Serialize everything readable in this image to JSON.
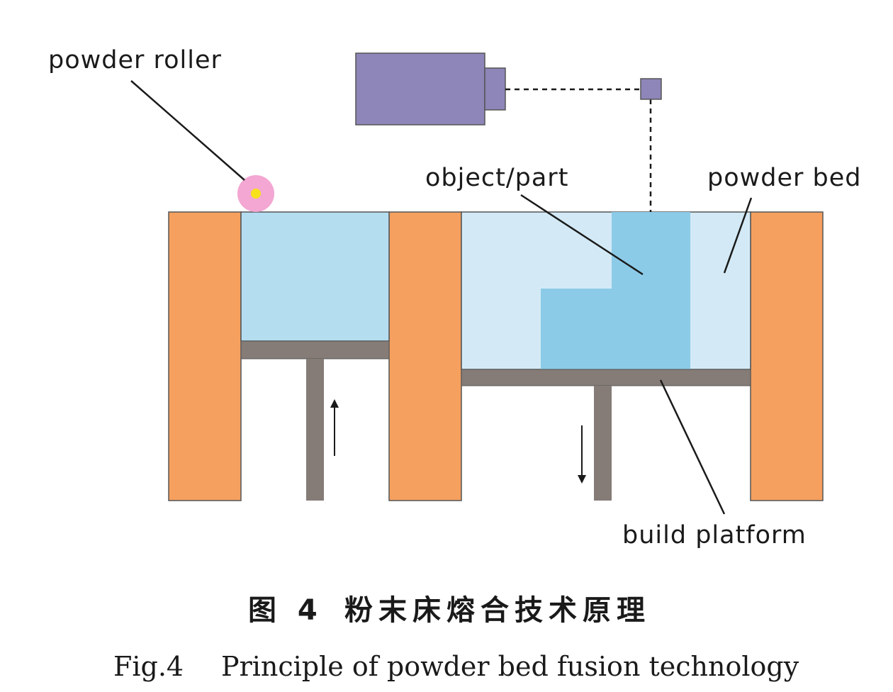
{
  "labels": {
    "powder_roller": "powder roller",
    "object_part": "object/part",
    "powder_bed": "powder bed",
    "build_platform": "build platform"
  },
  "caption": {
    "cn_number": "图 4",
    "cn_title": "粉末床熔合技术原理",
    "en_number": "Fig.4",
    "en_title": "Principle of powder bed fusion technology"
  },
  "colors": {
    "wall": "#F5A05F",
    "powder_supply": "#B5DDF0",
    "powder_bed": "#D3EAF6",
    "object": "#8CCBE8",
    "platform": "#857C77",
    "laser": "#8E86B9",
    "roller_outer": "#F3A7D2",
    "roller_inner": "#F7E11B"
  },
  "icons": {
    "supply_direction": "arrow-up-icon",
    "build_direction": "arrow-down-icon"
  }
}
